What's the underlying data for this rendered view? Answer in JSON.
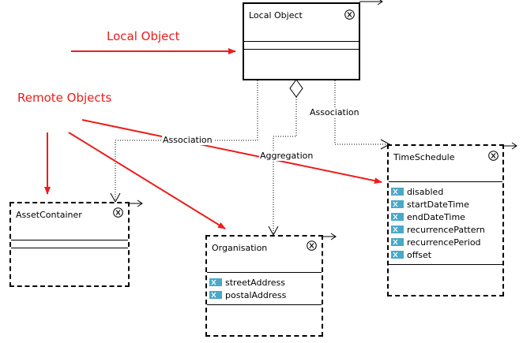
{
  "labels": {
    "local_object": "Local Object",
    "remote_objects": "Remote Objects"
  },
  "classes": {
    "local_object": {
      "name": "Local Object",
      "attributes": []
    },
    "asset_container": {
      "name": "AssetContainer",
      "attributes": []
    },
    "organisation": {
      "name": "Organisation",
      "attributes": [
        "streetAddress",
        "postalAddress"
      ]
    },
    "time_schedule": {
      "name": "TimeSchedule",
      "attributes": [
        "disabled",
        "startDateTime",
        "endDateTime",
        "recurrencePattern",
        "recurrencePeriod",
        "offset"
      ]
    }
  },
  "connectors": {
    "association_1": "Association",
    "association_2": "Association",
    "aggregation": "Aggregation"
  },
  "icons": {
    "class_icon": "chi-class-icon",
    "attribute_icon": "attribute-icon"
  },
  "colors": {
    "annotation": "#ee1c1c",
    "attribute_icon": "#4aa8c8"
  }
}
